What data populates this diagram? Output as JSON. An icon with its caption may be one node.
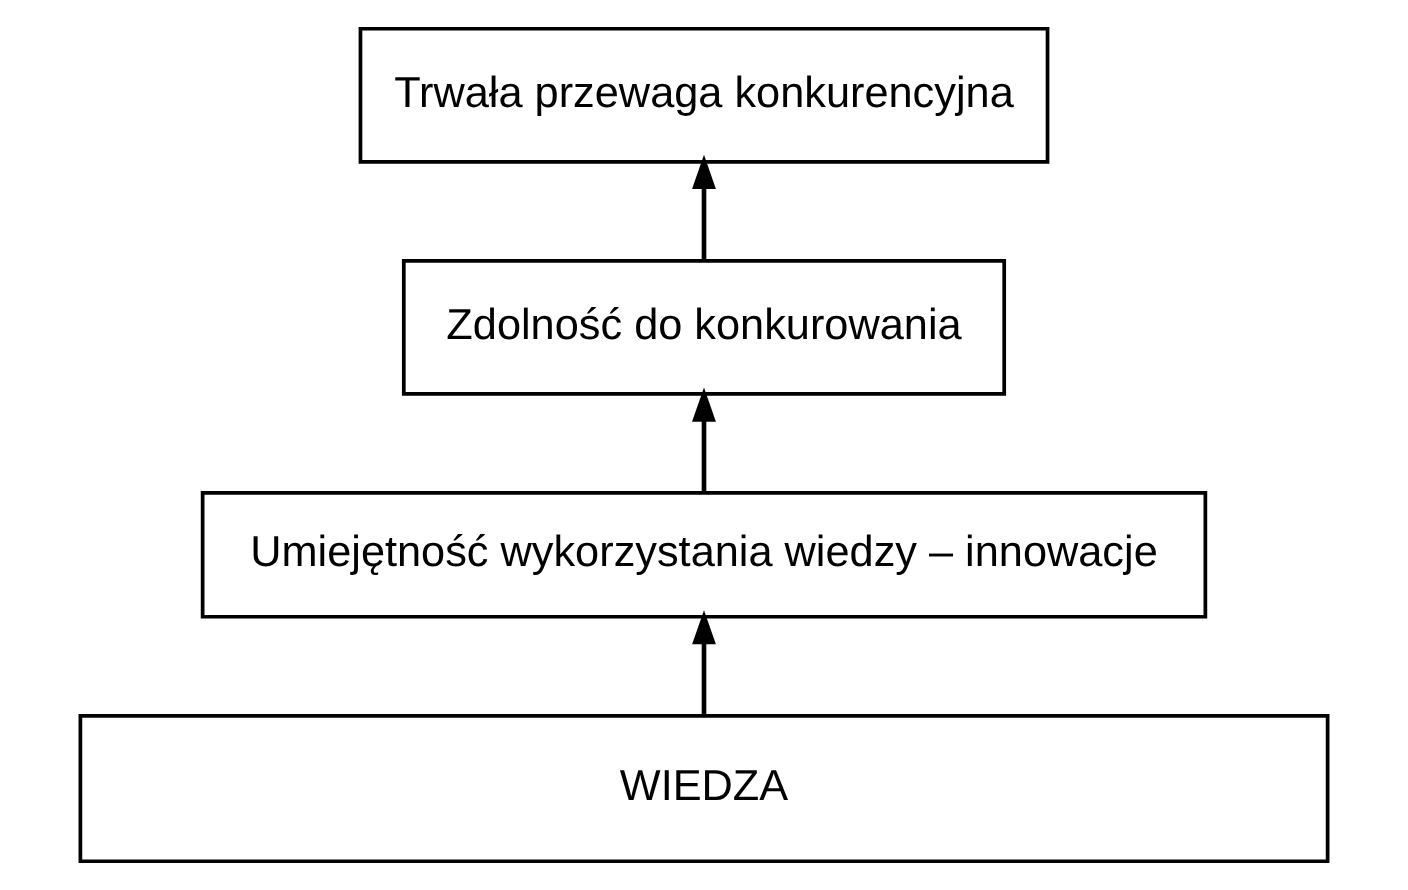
{
  "diagram": {
    "nodes": [
      {
        "text": [
          "Trwała przewaga konkurencyjna"
        ]
      },
      {
        "text": [
          "Zdolność do konkurowania"
        ]
      },
      {
        "text": [
          "Umiejętność wykorzystania wiedzy – innowacje"
        ]
      },
      {
        "text": [
          "WIEDZA"
        ]
      }
    ],
    "edges": [
      {
        "from": 3,
        "to": 2,
        "arrow": "to"
      },
      {
        "from": 2,
        "to": 1,
        "arrow": "to"
      },
      {
        "from": 1,
        "to": 0,
        "arrow": "to"
      }
    ]
  }
}
